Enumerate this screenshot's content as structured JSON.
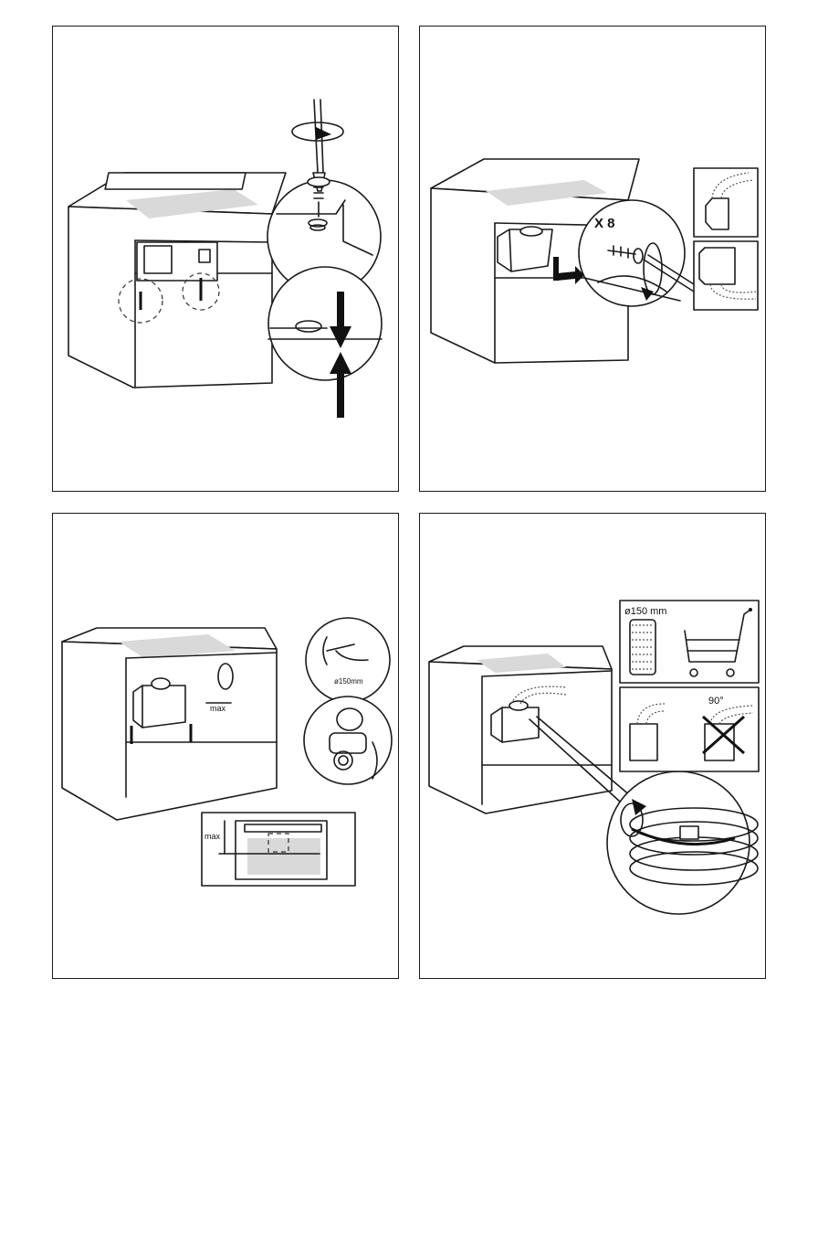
{
  "panels": {
    "step1": {},
    "step2": {
      "quantity_label": "X 8"
    },
    "step3": {
      "duct_diameter_label": "ø150mm",
      "max_label": "max",
      "max_inset_label": "max"
    },
    "step4": {
      "duct_diameter_label": "ø150 mm",
      "angle_label": "90°"
    }
  },
  "icons": [
    "screwdriver-icon",
    "rotation-arrow-icon",
    "screw-icon",
    "press-arrow-icon",
    "shopping-cart-icon",
    "flexible-duct-icon",
    "hose-clamp-icon",
    "cross-out-icon"
  ],
  "colors": {
    "line": "#1a1a1a",
    "hob_surface": "#d9d9d9",
    "background": "#ffffff"
  }
}
